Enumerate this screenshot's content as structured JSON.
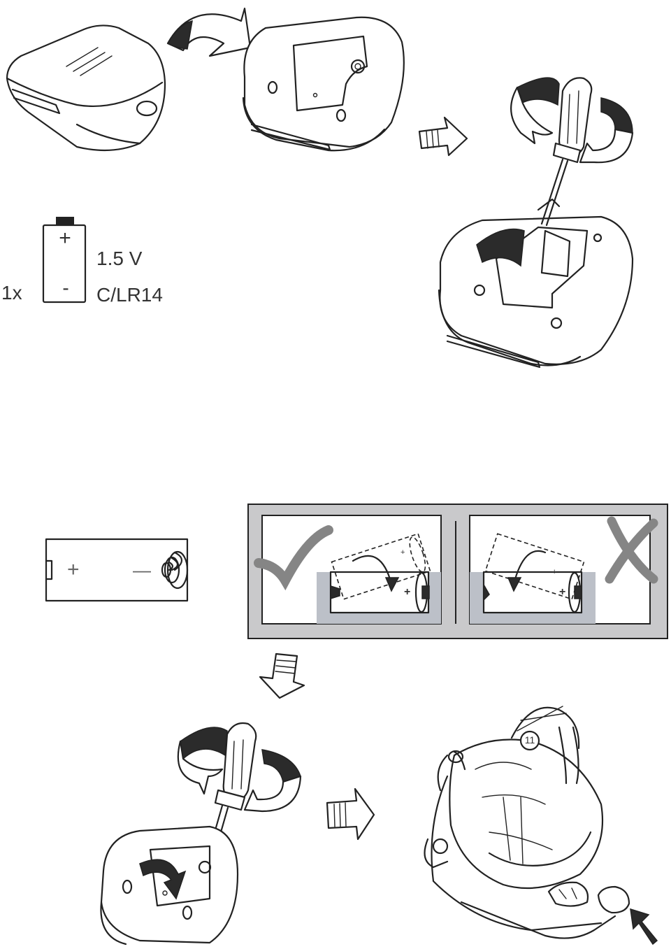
{
  "battery": {
    "quantity": "1x",
    "plus": "+",
    "minus": "-",
    "voltage": "1.5 V",
    "type": "C/LR14"
  },
  "compartment": {
    "plus": "+",
    "minus": "—"
  },
  "orientation": {
    "plus_correct": "+",
    "plus_wrong": "+",
    "plus_ghost_correct": "+",
    "plus_ghost_wrong": "+"
  },
  "bouncer": {
    "callout": "11"
  },
  "colors": {
    "panel_gray": "#c9c9cb",
    "channel_gray": "#bcc0c8",
    "mark_gray": "#858585",
    "ink": "#222222"
  }
}
